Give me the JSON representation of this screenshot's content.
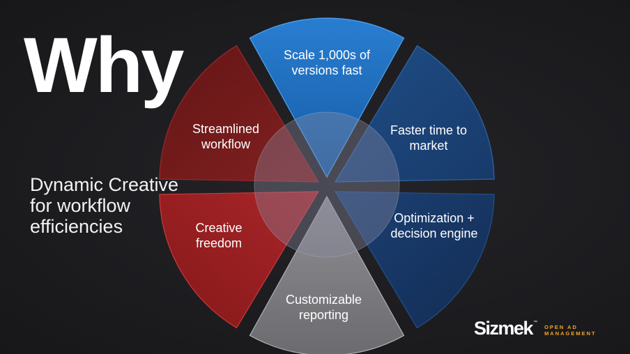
{
  "slide": {
    "title": "Why",
    "subtitle": "Dynamic Creative for workflow efficiencies"
  },
  "diagram": {
    "segments": [
      {
        "label": "Scale 1,000s of versions fast",
        "color": "#1f6fc4"
      },
      {
        "label": "Faster time to market",
        "color": "#1d4c8c"
      },
      {
        "label": "Optimization + decision engine",
        "color": "#1a3d75"
      },
      {
        "label": "Customizable reporting",
        "color": "#7c7c80"
      },
      {
        "label": "Creative freedom",
        "color": "#a51e20"
      },
      {
        "label": "Streamlined workflow",
        "color": "#7a1c1c"
      }
    ],
    "hub_color": "#8a8aa0"
  },
  "brand": {
    "name": "Sizmek",
    "trademark": "™",
    "tagline": "OPEN AD MANAGEMENT",
    "tagline_color": "#f5a623"
  }
}
